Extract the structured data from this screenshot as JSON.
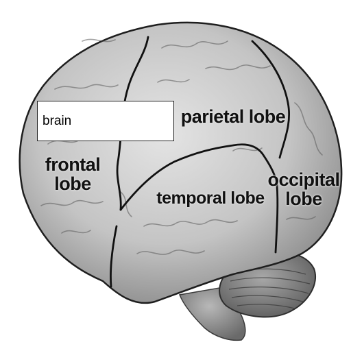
{
  "diagram": {
    "labels": {
      "parietal": "parietal lobe",
      "frontal_line1": "frontal",
      "frontal_line2": "lobe",
      "temporal": "temporal lobe",
      "occipital_line1": "occipital",
      "occipital_line2": "lobe"
    },
    "answer_box": {
      "value": "brain"
    }
  }
}
